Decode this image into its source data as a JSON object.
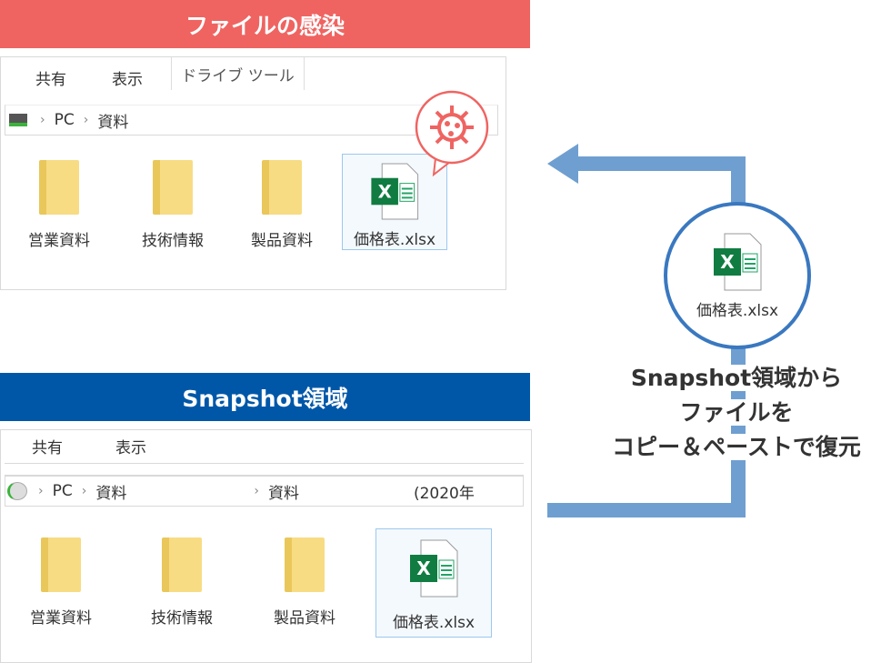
{
  "infected": {
    "title": "ファイルの感染",
    "color": "#ef6461",
    "tabs": [
      "共有",
      "表示",
      "ドライブ ツール"
    ],
    "breadcrumb": [
      "PC",
      "資料"
    ],
    "items": [
      {
        "label": "営業資料",
        "type": "folder"
      },
      {
        "label": "技術情報",
        "type": "folder"
      },
      {
        "label": "製品資料",
        "type": "folder"
      },
      {
        "label": "価格表.xlsx",
        "type": "excel"
      }
    ],
    "badge_icon": "virus-icon"
  },
  "snapshot": {
    "title": "Snapshot領域",
    "color": "#0057a8",
    "tabs": [
      "共有",
      "表示"
    ],
    "breadcrumb": [
      "PC",
      "資料",
      "資料",
      "(2020年"
    ],
    "items": [
      {
        "label": "営業資料",
        "type": "folder"
      },
      {
        "label": "技術情報",
        "type": "folder"
      },
      {
        "label": "製品資料",
        "type": "folder"
      },
      {
        "label": "価格表.xlsx",
        "type": "excel"
      }
    ]
  },
  "restore": {
    "file_label": "価格表.xlsx",
    "lines": [
      "Snapshot領域から",
      "ファイルを",
      "コピー＆ペーストで復元"
    ],
    "arrow_color": "#6f9fd0",
    "circle_color": "#3a78c0"
  }
}
